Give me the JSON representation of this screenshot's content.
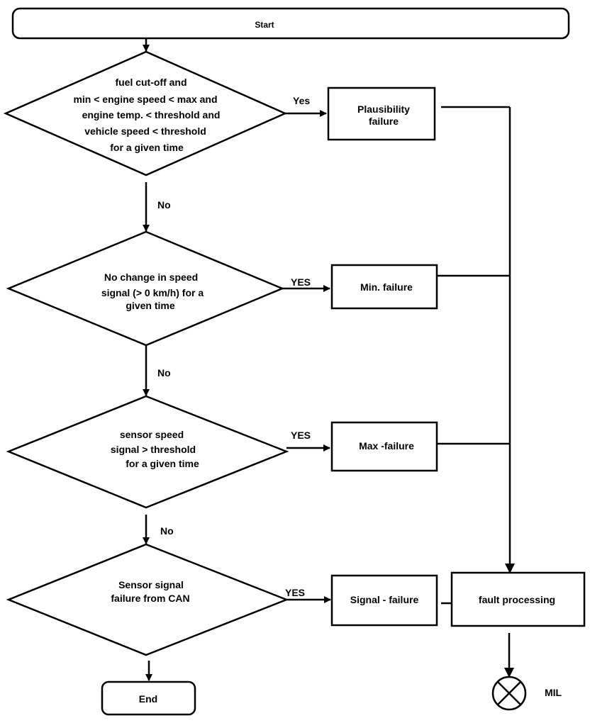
{
  "start": {
    "label": "Start"
  },
  "end": {
    "label": "End"
  },
  "decisions": [
    {
      "lines": [
        "fuel cut-off and",
        "min < engine speed < max and",
        "engine temp. < threshold and",
        "vehicle speed < threshold",
        "for a given time"
      ],
      "yes_label": "Yes",
      "no_label": "No"
    },
    {
      "lines": [
        "No change in speed",
        "signal (> 0 km/h) for a",
        "given time"
      ],
      "yes_label": "YES",
      "no_label": "No"
    },
    {
      "lines": [
        "sensor speed",
        "signal  > threshold",
        "for a given time"
      ],
      "yes_label": "YES",
      "no_label": "No"
    },
    {
      "lines": [
        "Sensor signal",
        "failure from CAN"
      ],
      "yes_label": "YES"
    }
  ],
  "failures": [
    {
      "lines": [
        "Plausibility",
        "failure"
      ]
    },
    {
      "lines": [
        "Min. failure"
      ]
    },
    {
      "lines": [
        "Max -failure"
      ]
    },
    {
      "lines": [
        "Signal - failure"
      ]
    }
  ],
  "fault_processing": {
    "label": "fault processing"
  },
  "mil": {
    "label": "MIL",
    "icon": "mil-lamp-icon"
  }
}
